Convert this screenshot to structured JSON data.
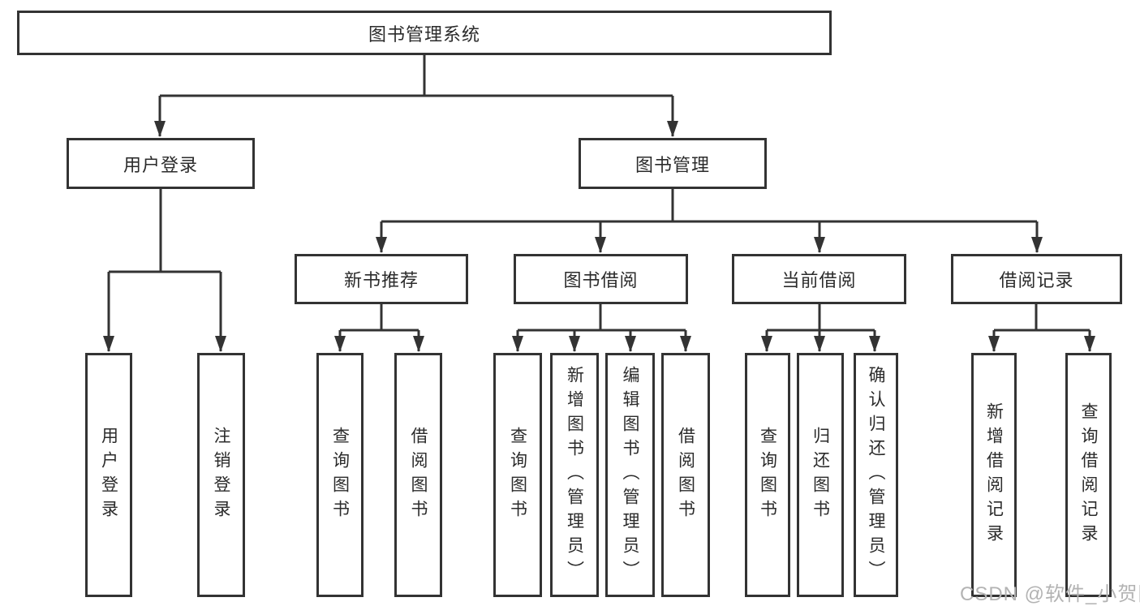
{
  "tree": {
    "root": "图书管理系统",
    "branches": [
      "用户登录",
      "图书管理"
    ],
    "sections": [
      "新书推荐",
      "图书借阅",
      "当前借阅",
      "借阅记录"
    ],
    "user_login_children": [
      "用户登录",
      "注销登录"
    ],
    "new_books_children": [
      "查询图书",
      "借阅图书"
    ],
    "book_borrow_children": [
      "查询图书",
      "新增图书（管理员）",
      "编辑图书（管理员）",
      "借阅图书"
    ],
    "current_borrow_children": [
      "查询图书",
      "归还图书",
      "确认归还（管理员）"
    ],
    "borrow_record_children": [
      "新增借阅记录",
      "查询借阅记录"
    ]
  },
  "watermark": "CSDN @软件_小贺同学",
  "colors": {
    "line": "#333333",
    "border": "#333333",
    "text": "#2b2b2b",
    "background": "#ffffff",
    "watermark": "#b3b3b3"
  }
}
